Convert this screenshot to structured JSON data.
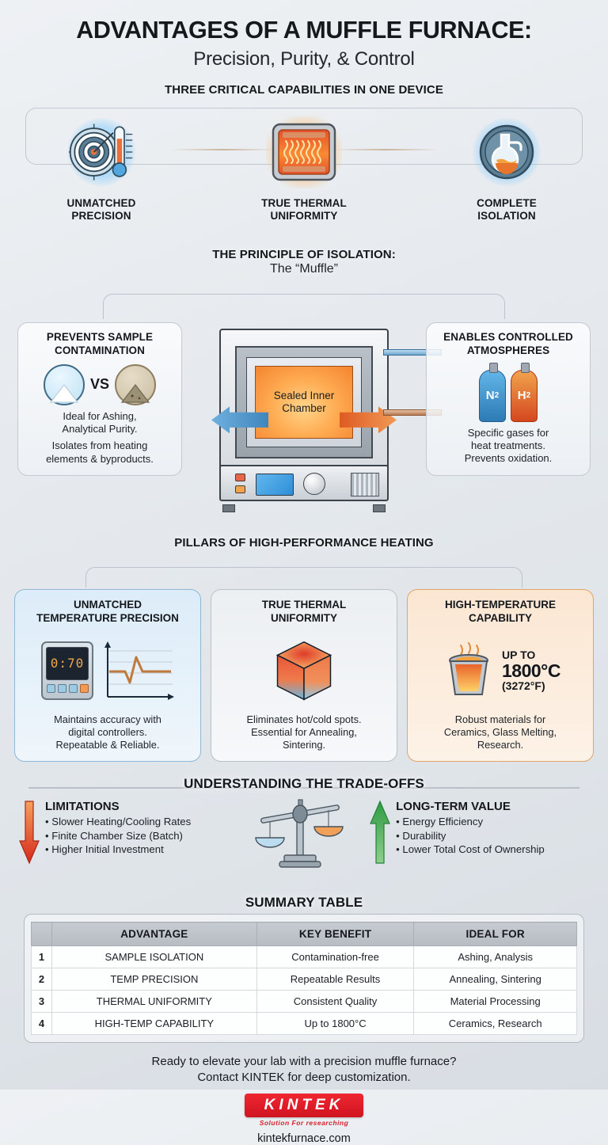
{
  "header": {
    "title": "ADVANTAGES OF A MUFFLE FURNACE:",
    "subtitle": "Precision, Purity, & Control"
  },
  "capabilities_section": {
    "heading": "THREE CRITICAL CAPABILITIES IN ONE DEVICE",
    "items": [
      {
        "label_line1": "UNMATCHED",
        "label_line2": "PRECISION",
        "icon": "target-thermometer-icon"
      },
      {
        "label_line1": "TRUE THERMAL",
        "label_line2": "UNIFORMITY",
        "icon": "heating-chamber-icon"
      },
      {
        "label_line1": "COMPLETE",
        "label_line2": "ISOLATION",
        "icon": "sealed-flask-icon"
      }
    ]
  },
  "isolation_section": {
    "heading": "THE PRINCIPLE OF ISOLATION:",
    "subheading": "The “Muffle”",
    "center_label_line1": "Sealed Inner",
    "center_label_line2": "Chamber",
    "left_card": {
      "title_line1": "PREVENTS SAMPLE",
      "title_line2": "CONTAMINATION",
      "vs_label": "VS",
      "body_line1": "Ideal for Ashing,",
      "body_line2": "Analytical Purity.",
      "body_line3": "Isolates from heating",
      "body_line4": "elements & byproducts."
    },
    "right_card": {
      "title_line1": "ENABLES CONTROLLED",
      "title_line2": "ATMOSPHERES",
      "cylinders": [
        {
          "formula": "N",
          "subscript": "2"
        },
        {
          "formula": "H",
          "subscript": "2"
        }
      ],
      "body_line1": "Specific gases for",
      "body_line2": "heat treatments.",
      "body_line3": "Prevents oxidation."
    }
  },
  "pillars_section": {
    "heading": "PILLARS OF HIGH-PERFORMANCE HEATING",
    "cards": [
      {
        "title_line1": "UNMATCHED",
        "title_line2": "TEMPERATURE PRECISION",
        "controller_display": "0:70",
        "body_line1": "Maintains accuracy with",
        "body_line2": "digital controllers.",
        "body_line3": "Repeatable & Reliable.",
        "accent": "#8fb8d4"
      },
      {
        "title_line1": "TRUE THERMAL",
        "title_line2": "UNIFORMITY",
        "body_line1": "Eliminates hot/cold spots.",
        "body_line2": "Essential for Annealing,",
        "body_line3": "Sintering.",
        "accent": "#bac1c9"
      },
      {
        "title_line1": "HIGH-TEMPERATURE",
        "title_line2": "CAPABILITY",
        "temp_prefix": "UP TO",
        "temp_value": "1800°C",
        "temp_fahrenheit": "(3272°F)",
        "body_line1": "Robust materials for",
        "body_line2": "Ceramics, Glass Melting,",
        "body_line3": "Research.",
        "accent": "#e0a56a"
      }
    ]
  },
  "tradeoffs_section": {
    "heading": "UNDERSTANDING THE TRADE-OFFS",
    "limitations": {
      "title": "LIMITATIONS",
      "items": [
        "Slower Heating/Cooling Rates",
        "Finite Chamber Size (Batch)",
        "Higher Initial Investment"
      ]
    },
    "long_term_value": {
      "title": "LONG-TERM VALUE",
      "items": [
        "Energy Efficiency",
        "Durability",
        "Lower Total Cost of Ownership"
      ]
    }
  },
  "summary_table": {
    "heading": "SUMMARY TABLE",
    "columns": [
      "ADVANTAGE",
      "KEY BENEFIT",
      "IDEAL FOR"
    ],
    "rows": [
      {
        "index": "1",
        "advantage": "SAMPLE ISOLATION",
        "benefit": "Contamination-free",
        "ideal": "Ashing, Analysis"
      },
      {
        "index": "2",
        "advantage": "TEMP PRECISION",
        "benefit": "Repeatable Results",
        "ideal": "Annealing, Sintering"
      },
      {
        "index": "3",
        "advantage": "THERMAL UNIFORMITY",
        "benefit": "Consistent Quality",
        "ideal": "Material Processing"
      },
      {
        "index": "4",
        "advantage": "HIGH-TEMP CAPABILITY",
        "benefit": "Up to 1800°C",
        "ideal": "Ceramics, Research"
      }
    ]
  },
  "footer": {
    "cta_line1": "Ready to elevate your lab with a precision muffle furnace?",
    "cta_line2": "Contact KINTEK for deep customization.",
    "logo_text": "KINTEK",
    "logo_tagline": "Solution For researching",
    "url": "kintekfurnace.com"
  },
  "colors": {
    "brand_red": "#d4212c",
    "hot_orange": "#f4842f",
    "cool_blue": "#3f86bd",
    "value_green": "#3fa84f"
  }
}
